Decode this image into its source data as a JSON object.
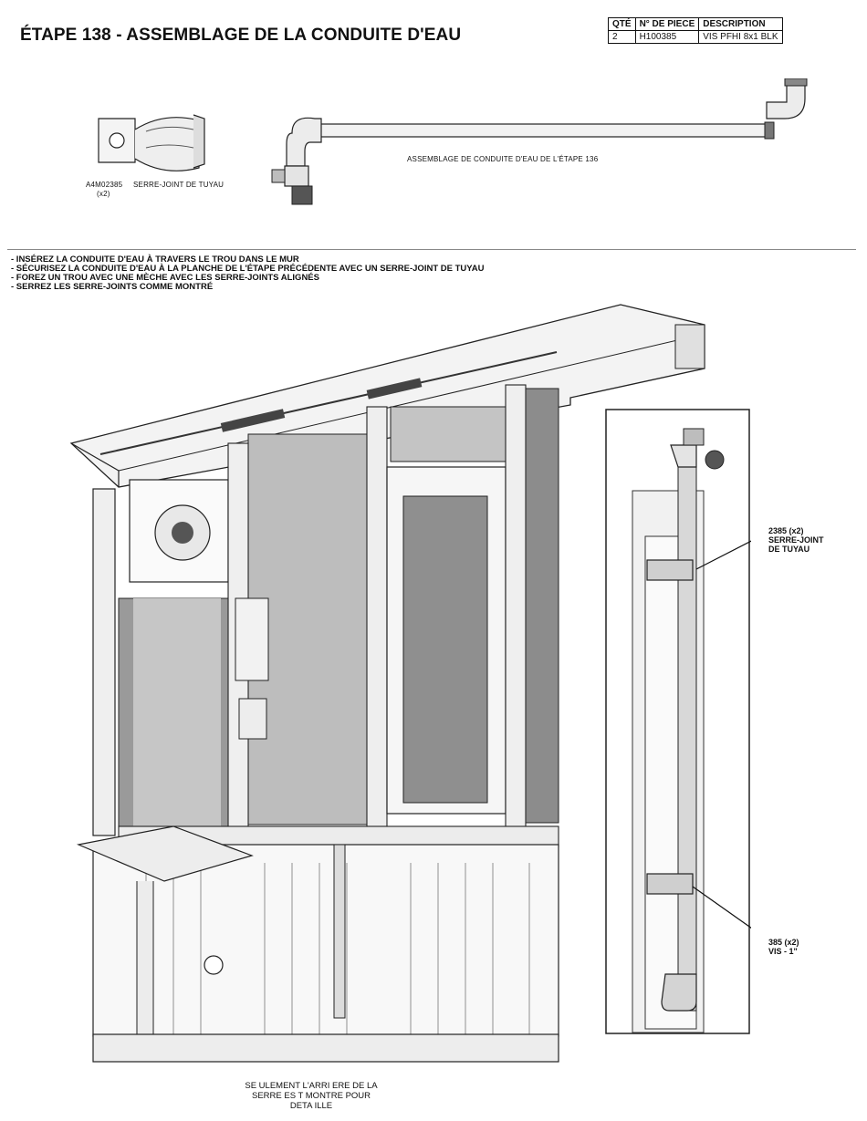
{
  "title": "ÉTAPE 138 - ASSEMBLAGE DE LA CONDUITE D'EAU",
  "parts_table": {
    "headers": [
      "QTÉ",
      "N° DE PIECE",
      "DESCRIPTION"
    ],
    "rows": [
      [
        "2",
        "H100385",
        "VIS PFHI 8x1 BLK"
      ]
    ]
  },
  "parts_callouts": {
    "clamp_code": "A4M02385",
    "clamp_qty": "(x2)",
    "clamp_name": "SERRE-JOINT DE TUYAU",
    "assembly_label": "ASSEMBLAGE DE CONDUITE D'EAU DE L'ÉTAPE 136"
  },
  "instructions": [
    "- INSÉREZ LA CONDUITE D'EAU À TRAVERS LE TROU DANS LE MUR",
    "- SÉCURISEZ LA CONDUITE D'EAU À LA PLANCHE DE L'ÉTAPE PRÉCÉDENTE AVEC UN SERRE-JOINT DE TUYAU",
    "- FOREZ UN TROU AVEC UNE MÈCHE AVEC LES SERRE-JOINTS ALIGNÉS",
    "- SERREZ LES SERRE-JOINTS COMME MONTRÉ"
  ],
  "detail_callouts": {
    "clamp_line1": "2385 (x2)",
    "clamp_line2": "SERRE-JOINT",
    "clamp_line3": "DE TUYAU",
    "screw_line1": "385 (x2)",
    "screw_line2": "VIS - 1\""
  },
  "caption": {
    "line1": "SE ULEMENT L'ARRI ERE DE LA",
    "line2": "SERRE ES T MONTRE POUR",
    "line3": "DETA ILLE"
  }
}
